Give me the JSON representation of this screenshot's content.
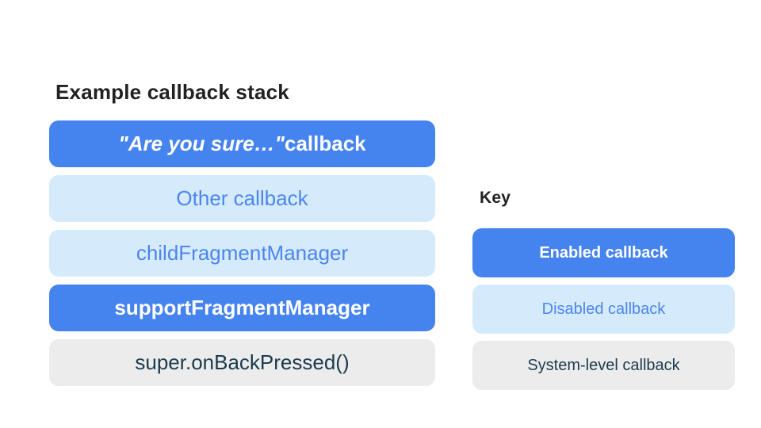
{
  "colors": {
    "enabled_bg": "#4583EE",
    "enabled_text": "#FFFFFF",
    "disabled_bg": "#D5EAFB",
    "disabled_text": "#4C86EF",
    "system_bg": "#ECECEC",
    "system_text": "#1B3A4D",
    "title_text": "#202124"
  },
  "stack": {
    "title": "Example callback stack",
    "items": [
      {
        "type": "enabled",
        "label_italic": "\"Are you sure…\"",
        "label_rest": " callback"
      },
      {
        "type": "disabled",
        "label": "Other callback"
      },
      {
        "type": "disabled",
        "label": "childFragmentManager"
      },
      {
        "type": "enabled",
        "label": "supportFragmentManager"
      },
      {
        "type": "system",
        "label": "super.onBackPressed()"
      }
    ]
  },
  "key": {
    "title": "Key",
    "items": [
      {
        "type": "enabled",
        "label": "Enabled callback"
      },
      {
        "type": "disabled",
        "label": "Disabled callback"
      },
      {
        "type": "system",
        "label": "System-level callback"
      }
    ]
  }
}
